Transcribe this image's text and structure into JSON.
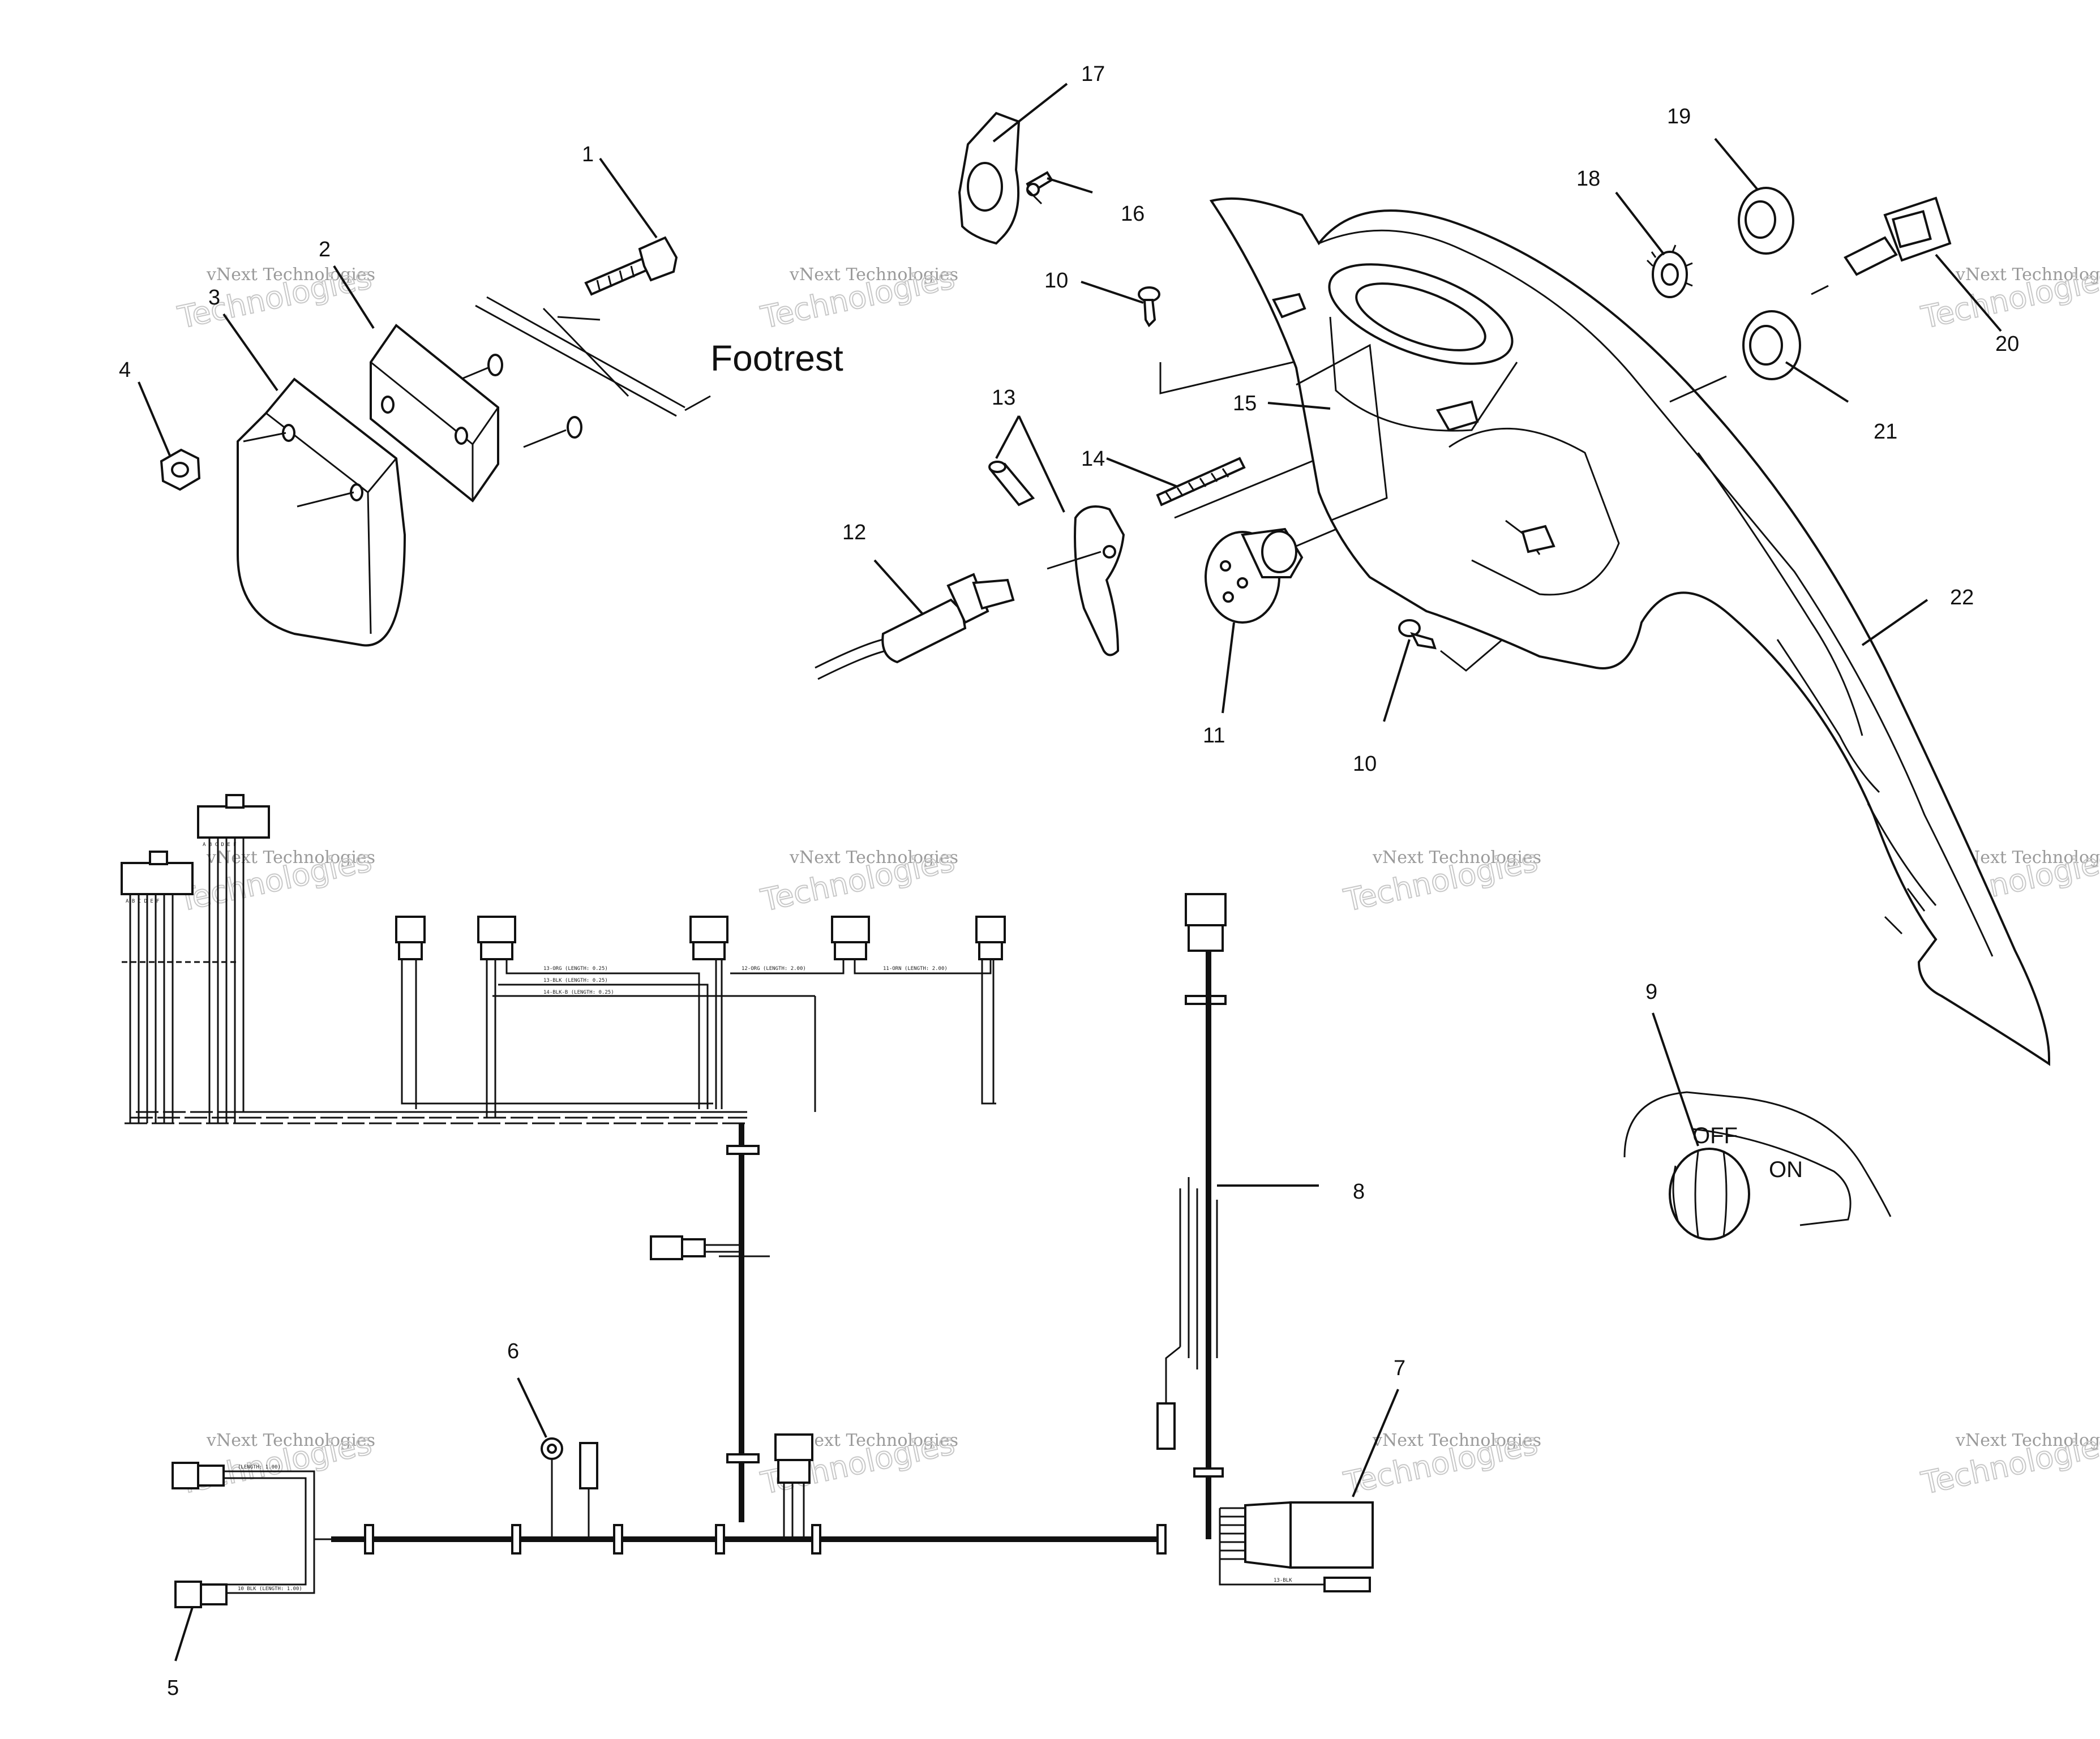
{
  "diagram": {
    "footrest_label": "Footrest",
    "switch_labels": {
      "off": "OFF",
      "on": "ON"
    },
    "callouts": [
      {
        "id": "1",
        "text": "1"
      },
      {
        "id": "2",
        "text": "2"
      },
      {
        "id": "3",
        "text": "3"
      },
      {
        "id": "4",
        "text": "4"
      },
      {
        "id": "5",
        "text": "5"
      },
      {
        "id": "6",
        "text": "6"
      },
      {
        "id": "7",
        "text": "7"
      },
      {
        "id": "8",
        "text": "8"
      },
      {
        "id": "9",
        "text": "9"
      },
      {
        "id": "10a",
        "text": "10"
      },
      {
        "id": "10b",
        "text": "10"
      },
      {
        "id": "11",
        "text": "11"
      },
      {
        "id": "12",
        "text": "12"
      },
      {
        "id": "13",
        "text": "13"
      },
      {
        "id": "14",
        "text": "14"
      },
      {
        "id": "15",
        "text": "15"
      },
      {
        "id": "16",
        "text": "16"
      },
      {
        "id": "17",
        "text": "17"
      },
      {
        "id": "18",
        "text": "18"
      },
      {
        "id": "19",
        "text": "19"
      },
      {
        "id": "20",
        "text": "20"
      },
      {
        "id": "21",
        "text": "21"
      },
      {
        "id": "22",
        "text": "22"
      }
    ],
    "watermark": {
      "line1": "vNext Technologies",
      "line2": "Technologies"
    },
    "connector_pins": {
      "a": "A B C D E F",
      "b": "A B C D E F"
    },
    "wire_labels": {
      "w1": "13-ORG (LENGTH: 0.25)",
      "w2": "12-ORG (LENGTH: 2.00)",
      "w3": "11-ORN (LENGTH: 2.00)",
      "w4": "13-BLK (LENGTH: 0.25)",
      "w5": "14-BLK-B (LENGTH: 0.25)",
      "w6": "(LENGTH: 1.00)",
      "w7": "10 BLK (LENGTH: 1.00)",
      "w8": "13-BLK"
    }
  }
}
